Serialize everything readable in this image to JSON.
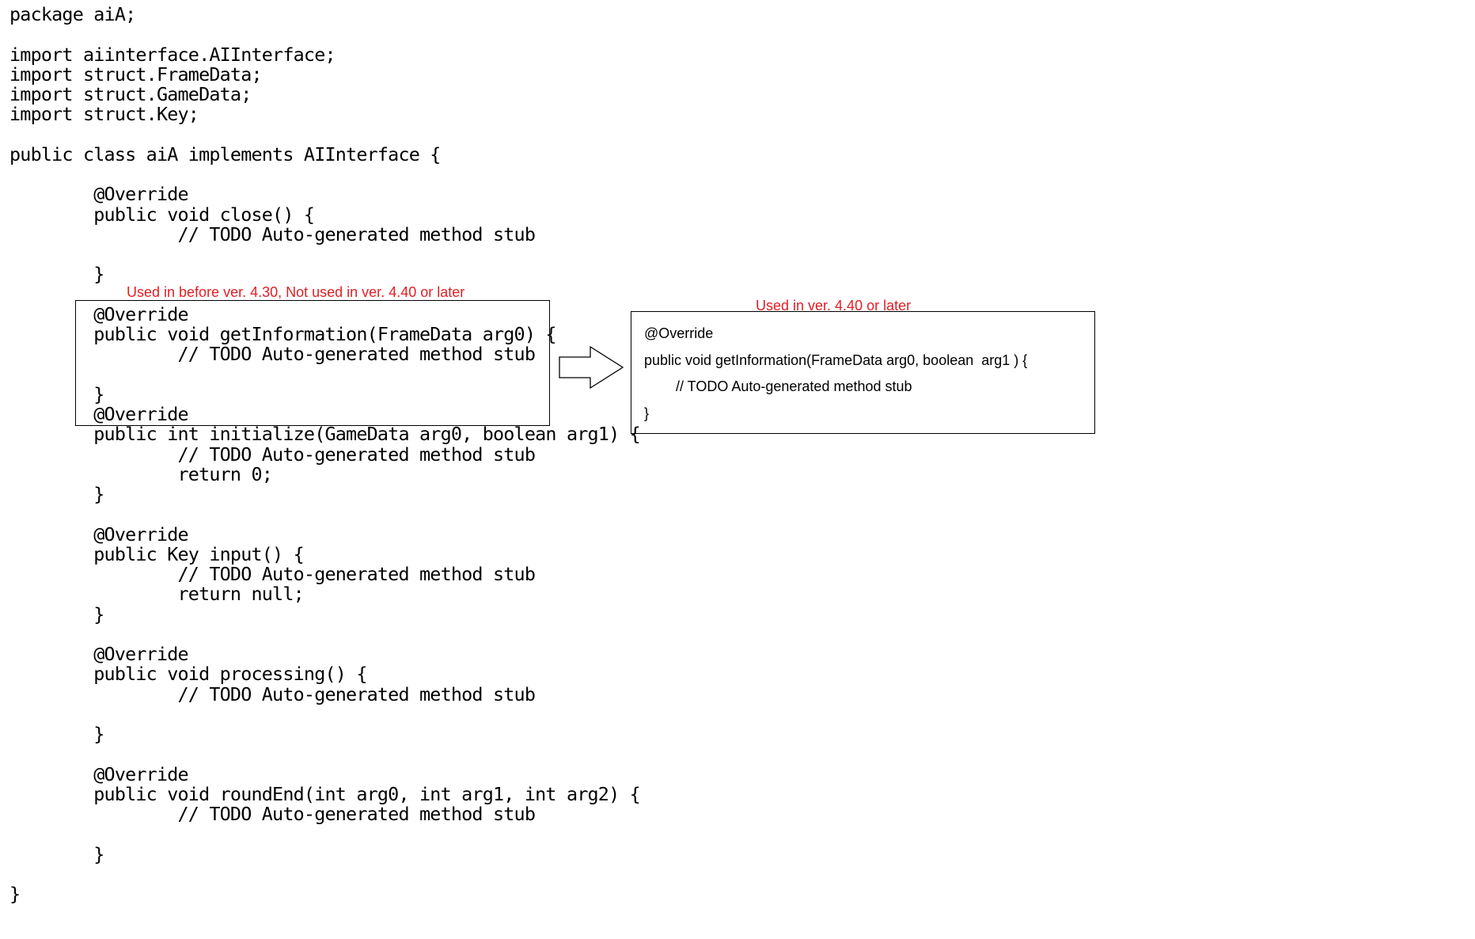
{
  "main_code": {
    "lines": [
      "package aiA;",
      "",
      "import aiinterface.AIInterface;",
      "import struct.FrameData;",
      "import struct.GameData;",
      "import struct.Key;",
      "",
      "public class aiA implements AIInterface {",
      "",
      "        @Override",
      "        public void close() {",
      "                // TODO Auto-generated method stub",
      "",
      "        }",
      "",
      "        @Override",
      "        public void getInformation(FrameData arg0) {",
      "                // TODO Auto-generated method stub",
      "",
      "        }",
      "        @Override",
      "        public int initialize(GameData arg0, boolean arg1) {",
      "                // TODO Auto-generated method stub",
      "                return 0;",
      "        }",
      "",
      "        @Override",
      "        public Key input() {",
      "                // TODO Auto-generated method stub",
      "                return null;",
      "        }",
      "",
      "        @Override",
      "        public void processing() {",
      "                // TODO Auto-generated method stub",
      "",
      "        }",
      "",
      "        @Override",
      "        public void roundEnd(int arg0, int arg1, int arg2) {",
      "                // TODO Auto-generated method stub",
      "",
      "        }",
      "",
      "}"
    ]
  },
  "annotations": {
    "old_label": "Used in before ver. 4.30, Not used in ver. 4.40 or later",
    "new_label": "Used in ver. 4.40 or later"
  },
  "new_code": {
    "lines": [
      "@Override",
      "public void getInformation(FrameData arg0, boolean  arg1 ) {",
      "        // TODO Auto-generated method stub",
      "}"
    ]
  },
  "colors": {
    "annotation_red": "#e31e24",
    "text": "#000000",
    "background": "#ffffff"
  },
  "icons": {
    "arrow": "right-arrow-outline-icon"
  }
}
